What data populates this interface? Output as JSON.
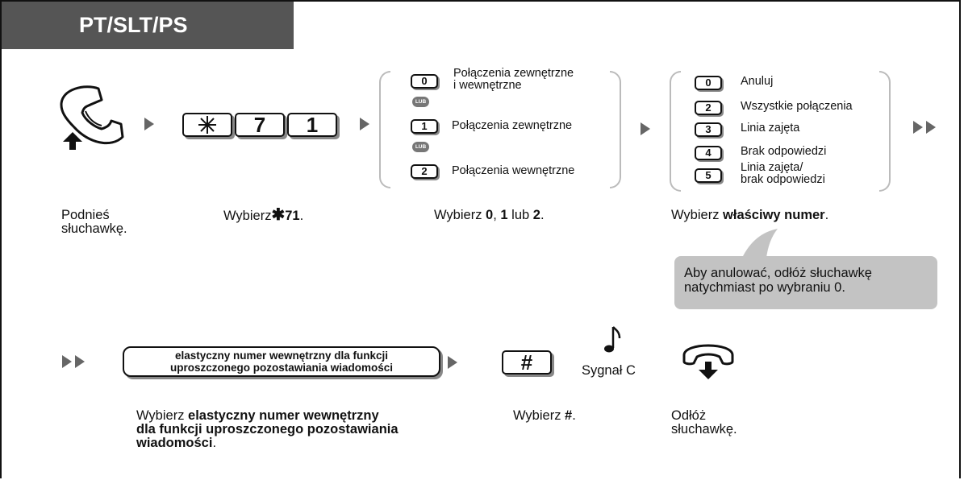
{
  "header": {
    "title": "PT/SLT/PS"
  },
  "step1": {
    "caption_line1": "Podnieś",
    "caption_line2": "słuchawkę."
  },
  "step2": {
    "keys": [
      "*",
      "7",
      "1"
    ],
    "caption_prefix": "Wybierz",
    "caption_star": "✱",
    "caption_bold": "71",
    "caption_suffix": "."
  },
  "step3": {
    "options": [
      {
        "key": "0",
        "label_line1": "Połączenia zewnętrzne",
        "label_line2": "i wewnętrzne"
      },
      {
        "key": "1",
        "label_line1": "Połączenia zewnętrzne",
        "label_line2": ""
      },
      {
        "key": "2",
        "label_line1": "Połączenia wewnętrzne",
        "label_line2": ""
      }
    ],
    "or_label": "LUB",
    "caption_prefix": "Wybierz ",
    "caption_b1": "0",
    "caption_sep1": ", ",
    "caption_b2": "1",
    "caption_sep2": " lub ",
    "caption_b3": "2",
    "caption_suffix": "."
  },
  "step4": {
    "options": [
      {
        "key": "0",
        "label_line1": "Anuluj",
        "label_line2": ""
      },
      {
        "key": "2",
        "label_line1": "Wszystkie połączenia",
        "label_line2": ""
      },
      {
        "key": "3",
        "label_line1": "Linia zajęta",
        "label_line2": ""
      },
      {
        "key": "4",
        "label_line1": "Brak odpowiedzi",
        "label_line2": ""
      },
      {
        "key": "5",
        "label_line1": "Linia zajęta/",
        "label_line2": "brak odpowiedzi"
      }
    ],
    "caption_prefix": "Wybierz ",
    "caption_bold": "właściwy numer",
    "caption_suffix": ".",
    "callout_line1": "Aby anulować, odłóż słuchawkę",
    "callout_line2": "natychmiast po wybraniu 0."
  },
  "step5": {
    "pill_line1": "elastyczny numer wewnętrzny dla funkcji",
    "pill_line2": "uproszczonego pozostawiania wiadomości",
    "caption_prefix": "Wybierz ",
    "caption_bold1": "elastyczny numer wewnętrzny",
    "caption_bold2": "dla funkcji uproszczonego pozostawiania",
    "caption_bold3": "wiadomości",
    "caption_suffix": "."
  },
  "step6": {
    "key": "#",
    "caption_prefix": "Wybierz ",
    "caption_bold": "#",
    "caption_suffix": "."
  },
  "step7": {
    "tone_label": "Sygnał C"
  },
  "step8": {
    "caption_line1": "Odłóż",
    "caption_line2": "słuchawkę."
  }
}
